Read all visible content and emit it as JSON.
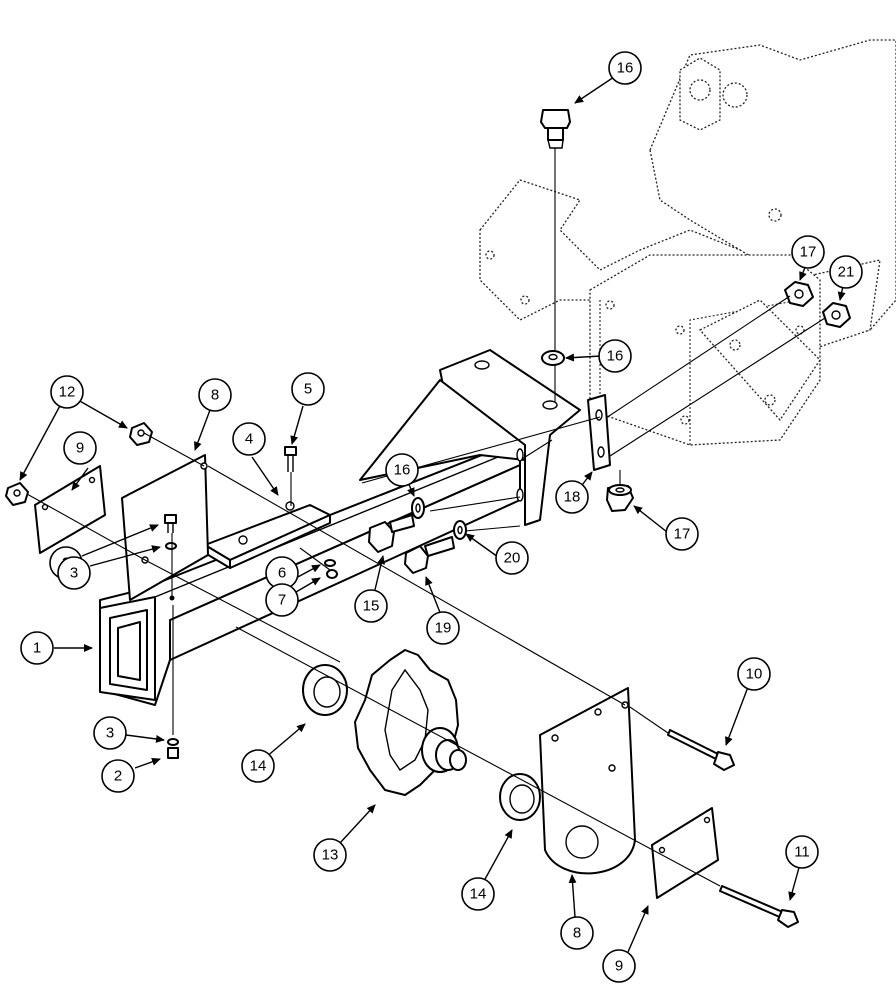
{
  "callouts": {
    "c1": "1",
    "c2a": "2",
    "c2b": "2",
    "c3a": "3",
    "c3b": "3",
    "c4": "4",
    "c5": "5",
    "c6": "6",
    "c7": "7",
    "c8a": "8",
    "c8b": "8",
    "c9a": "9",
    "c9b": "9",
    "c10": "10",
    "c11": "11",
    "c12": "12",
    "c13": "13",
    "c14a": "14",
    "c14b": "14",
    "c15": "15",
    "c16a": "16",
    "c16b": "16",
    "c16c": "16",
    "c17a": "17",
    "c17b": "17",
    "c18": "18",
    "c19": "19",
    "c20": "20",
    "c21": "21"
  }
}
